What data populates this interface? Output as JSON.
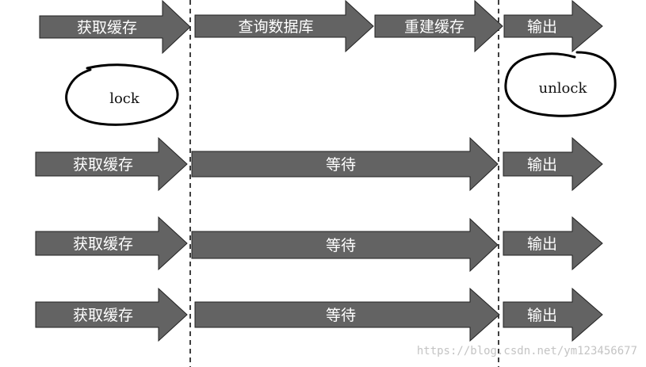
{
  "colors": {
    "arrow_fill": "#636363",
    "arrow_stroke": "#222222",
    "arrow_text": "#ffffff",
    "line": "#111111",
    "watermark": "#c4c4c4"
  },
  "rows": [
    {
      "arrows": [
        {
          "label": "获取缓存",
          "icon": "arrow-right-icon"
        },
        {
          "label": "查询数据库",
          "icon": "arrow-right-icon"
        },
        {
          "label": "重建缓存",
          "icon": "arrow-right-icon"
        },
        {
          "label": "输出",
          "icon": "arrow-right-icon"
        }
      ]
    },
    {
      "arrows": [
        {
          "label": "获取缓存",
          "icon": "arrow-right-icon"
        },
        {
          "label": "等待",
          "icon": "arrow-right-icon"
        },
        {
          "label": "输出",
          "icon": "arrow-right-icon"
        }
      ]
    },
    {
      "arrows": [
        {
          "label": "获取缓存",
          "icon": "arrow-right-icon"
        },
        {
          "label": "等待",
          "icon": "arrow-right-icon"
        },
        {
          "label": "输出",
          "icon": "arrow-right-icon"
        }
      ]
    },
    {
      "arrows": [
        {
          "label": "获取缓存",
          "icon": "arrow-right-icon"
        },
        {
          "label": "等待",
          "icon": "arrow-right-icon"
        },
        {
          "label": "输出",
          "icon": "arrow-right-icon"
        }
      ]
    }
  ],
  "annotations": {
    "lock": "lock",
    "unlock": "unlock"
  },
  "watermark": "https://blog.csdn.net/ym123456677"
}
